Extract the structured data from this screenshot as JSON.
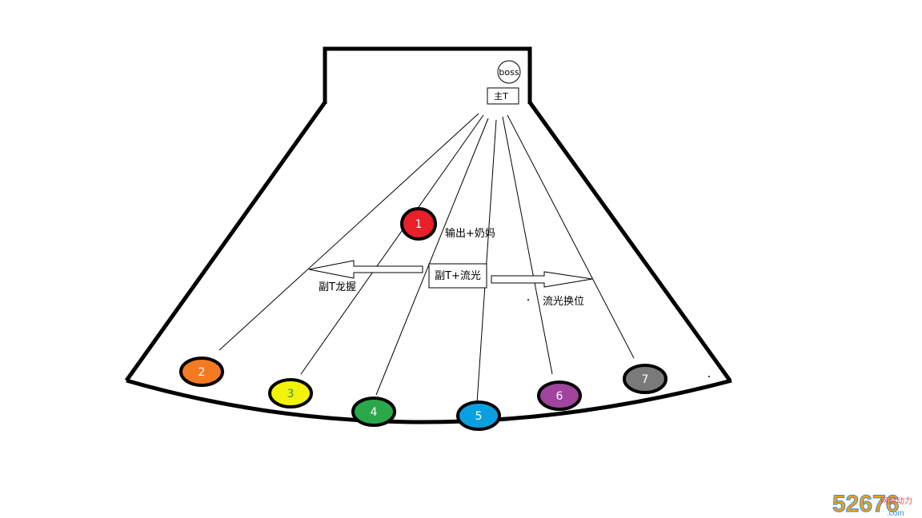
{
  "boss": {
    "label": "boss"
  },
  "main_tank": {
    "label": "主T"
  },
  "sub_tank": {
    "label": "副T+流光"
  },
  "annotations": {
    "dps_heal": "输出+奶妈",
    "sub_tank_dragon": "副T龙握",
    "swap": "流光换位"
  },
  "players": [
    {
      "id": "1",
      "color": "#e8202a"
    },
    {
      "id": "2",
      "color": "#f47a22"
    },
    {
      "id": "3",
      "color": "#f2f20a"
    },
    {
      "id": "4",
      "color": "#2aa84a"
    },
    {
      "id": "5",
      "color": "#0aa0e0"
    },
    {
      "id": "6",
      "color": "#a0449e"
    },
    {
      "id": "7",
      "color": "#7a7a7a"
    }
  ],
  "watermark": {
    "site": "52676",
    "tld": ".com",
    "tag": "网游动力"
  },
  "colors": {
    "outline": "#000000",
    "label_text": "#ffffff",
    "yellow_label": "#2f9a2f"
  }
}
